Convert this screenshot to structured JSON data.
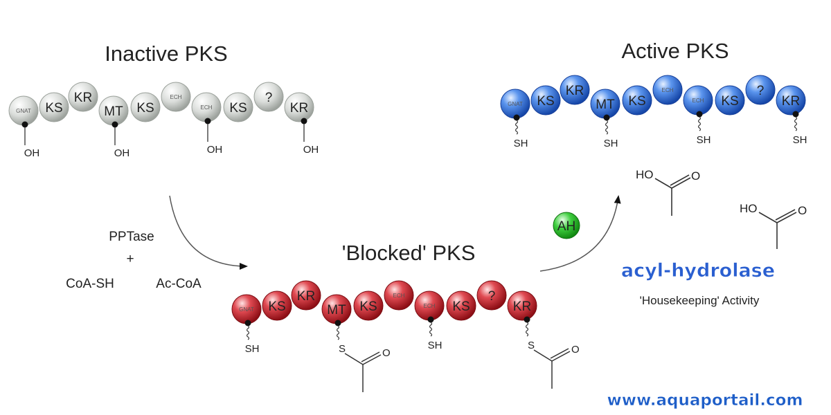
{
  "inactive": {
    "title": "Inactive PKS",
    "domains": [
      "GNAT",
      "KS",
      "KR",
      "MT",
      "KS",
      "ECH",
      "ECH",
      "KS",
      "?",
      "KR"
    ],
    "groups": [
      "OH",
      "OH",
      "OH",
      "OH"
    ]
  },
  "active": {
    "title": "Active PKS",
    "domains": [
      "GNAT",
      "KS",
      "KR",
      "MT",
      "KS",
      "ECH",
      "ECH",
      "KS",
      "?",
      "KR"
    ],
    "groups": [
      "SH",
      "SH",
      "SH",
      "SH"
    ]
  },
  "blocked": {
    "title": "'Blocked' PKS",
    "domains": [
      "GNAT",
      "KS",
      "KR",
      "MT",
      "KS",
      "ECH",
      "ECH",
      "KS",
      "?",
      "KR"
    ],
    "groups": [
      "SH",
      "S",
      "SH",
      "S"
    ],
    "acetyl_label": "O"
  },
  "reagents": {
    "line1": "PPTase",
    "plus": "+",
    "coa_sh": "CoA-SH",
    "ac_coa": "Ac-CoA"
  },
  "enzyme": {
    "badge": "AH"
  },
  "products": {
    "acid_ho": "HO",
    "acid_o": "O"
  },
  "hydrolase": {
    "title": "acyl-hydrolase",
    "subtitle": "'Housekeeping' Activity"
  },
  "watermark": "www.aquaportail.com",
  "colors": {
    "inactive_bead": "#c8cdc8",
    "active_bead": "#2f6fd8",
    "blocked_bead": "#c8202a",
    "enzyme_badge": "#2cb82c",
    "hydrolase_title": "#2a5fd0",
    "watermark": "#1e5ec8"
  }
}
